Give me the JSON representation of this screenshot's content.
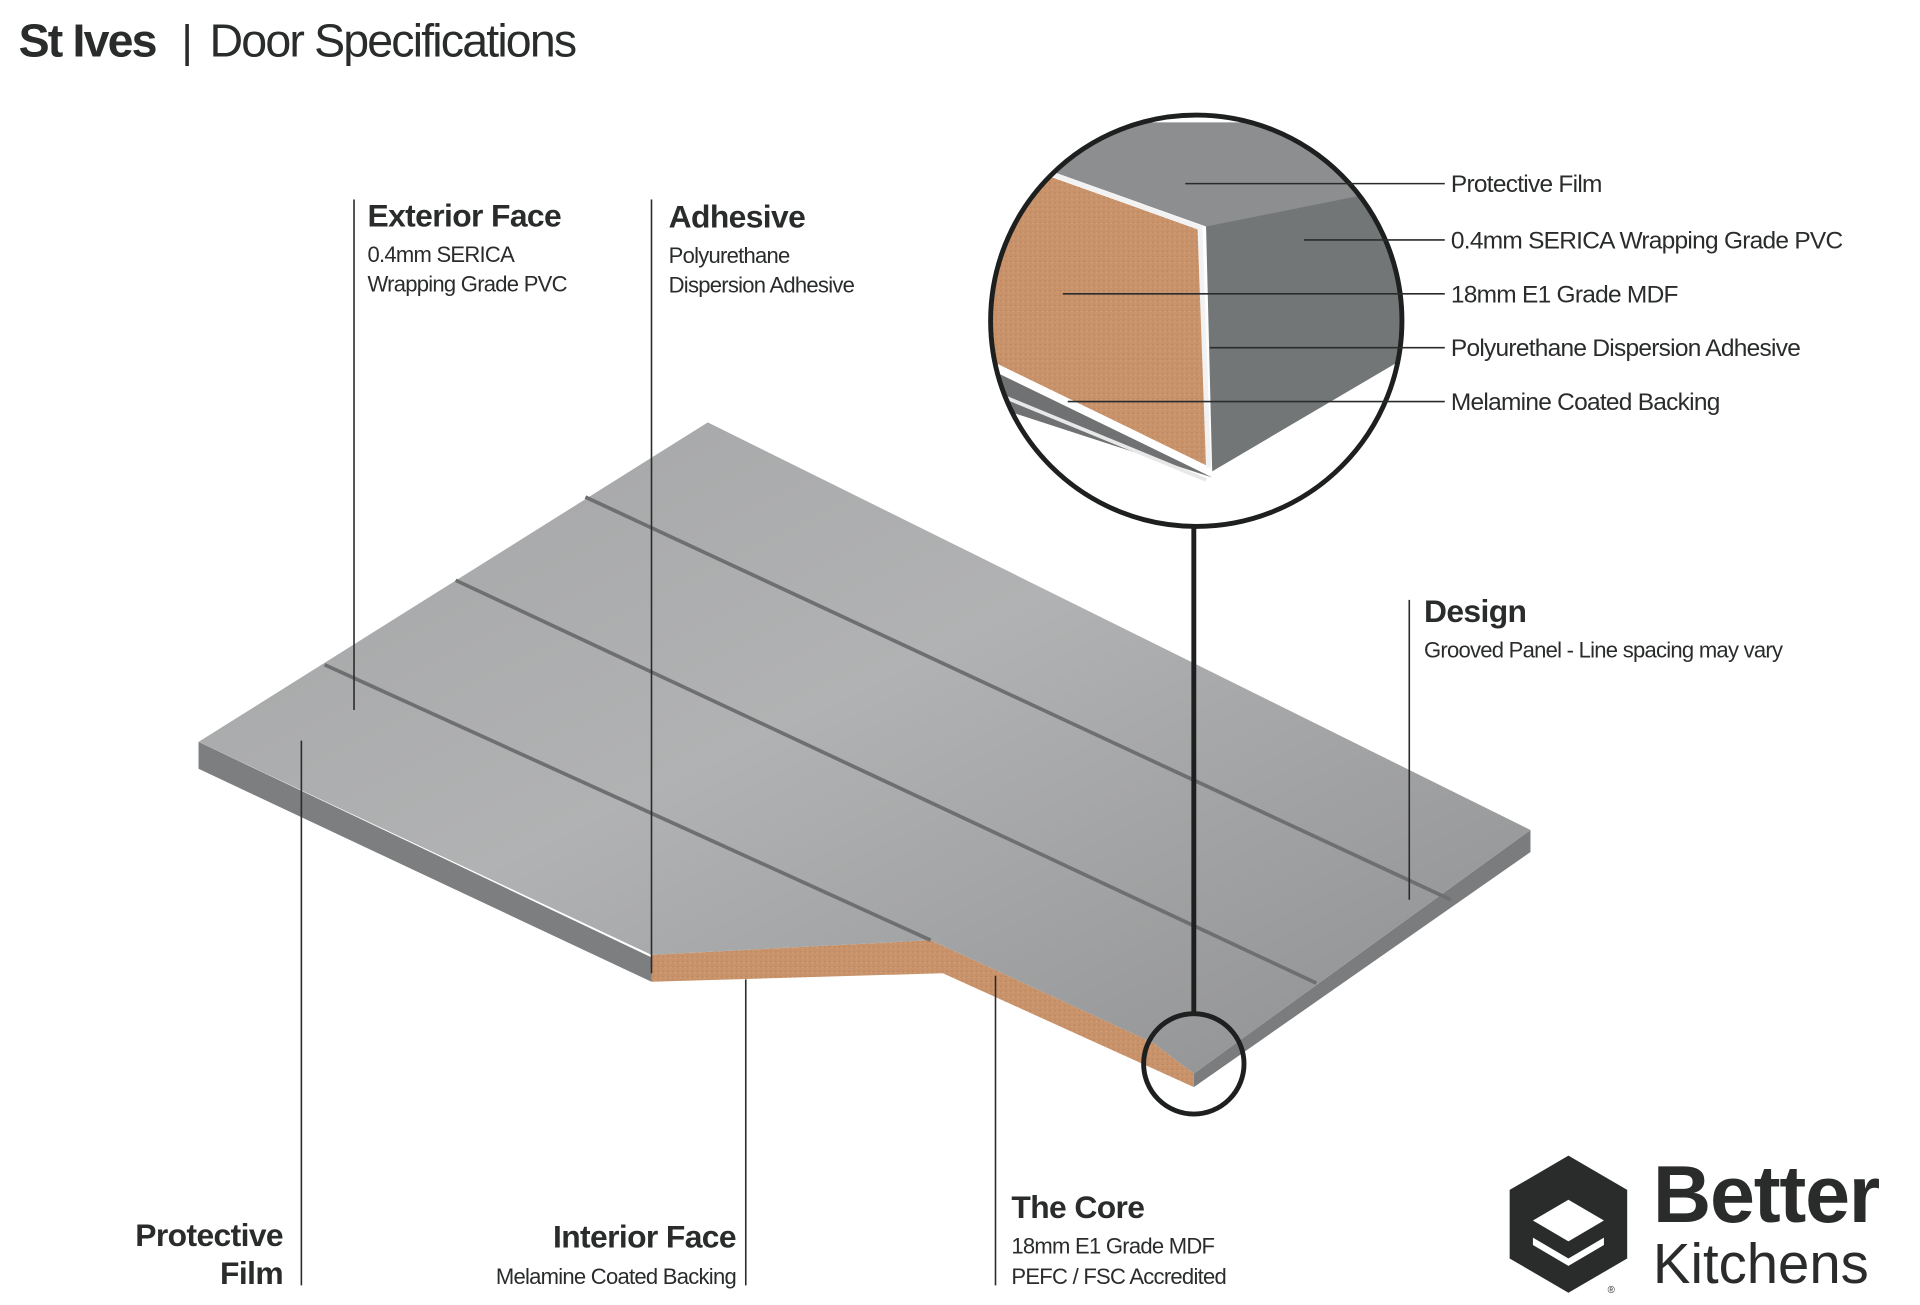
{
  "title": {
    "product": "St Ives",
    "separator": "|",
    "subtitle": "Door Specifications"
  },
  "callouts": {
    "exterior_face": {
      "heading": "Exterior Face",
      "line1": "0.4mm SERICA",
      "line2": "Wrapping Grade PVC"
    },
    "adhesive": {
      "heading": "Adhesive",
      "line1": "Polyurethane",
      "line2": "Dispersion Adhesive"
    },
    "design": {
      "heading": "Design",
      "line1": "Grooved Panel - Line spacing may vary"
    },
    "protective_film": {
      "line1": "Protective",
      "line2": "Film"
    },
    "interior_face": {
      "heading": "Interior Face",
      "line1": "Melamine Coated Backing"
    },
    "core": {
      "heading": "The Core",
      "line1": "18mm E1 Grade MDF",
      "line2": "PEFC / FSC Accredited"
    }
  },
  "inset_layers": [
    "Protective Film",
    "0.4mm SERICA Wrapping Grade PVC",
    "18mm E1 Grade MDF",
    "Polyurethane Dispersion Adhesive",
    "Melamine Coated Backing"
  ],
  "logo": {
    "line1": "Better",
    "line2": "Kitchens",
    "mark": "®"
  },
  "colors": {
    "text": "#2a2c2c",
    "panel": "#a9aaab",
    "mdf": "#c8926a"
  }
}
